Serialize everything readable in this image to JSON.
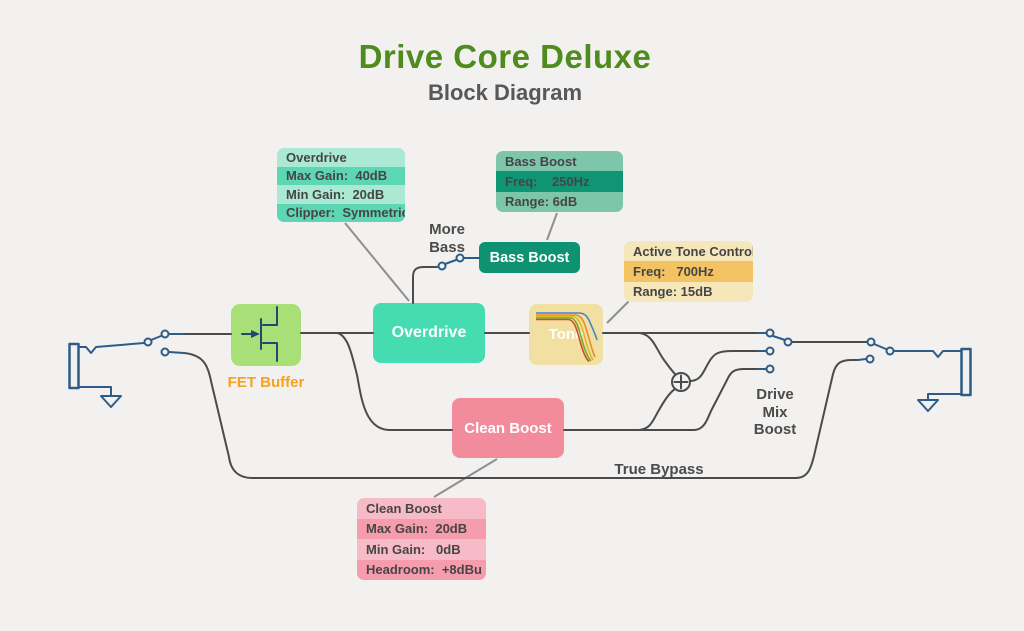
{
  "header": {
    "title": "Drive Core Deluxe",
    "subtitle": "Block Diagram"
  },
  "blocks": {
    "fet_buffer": {
      "label": "FET Buffer"
    },
    "overdrive": {
      "label": "Overdrive"
    },
    "bass_boost": {
      "label": "Bass Boost"
    },
    "tone": {
      "label": "Tone"
    },
    "clean_boost": {
      "label": "Clean Boost"
    }
  },
  "info_boxes": {
    "overdrive": {
      "title": "Overdrive",
      "rows": [
        "Max Gain:  40dB",
        "Min Gain:  20dB",
        "Clipper:  Symmetric"
      ]
    },
    "bass_boost": {
      "title": "Bass Boost",
      "rows": [
        "Freq:    250Hz",
        "Range: 6dB"
      ]
    },
    "tone": {
      "title": "Active Tone Control",
      "rows": [
        "Freq:   700Hz",
        "Range: 15dB"
      ]
    },
    "clean_boost": {
      "title": "Clean Boost",
      "rows": [
        "Max Gain:  20dB",
        "Min Gain:   0dB",
        "Headroom:  +8dBu"
      ]
    }
  },
  "labels": {
    "more_bass_line1": "More",
    "more_bass_line2": "Bass",
    "output_drive": "Drive",
    "output_mix": "Mix",
    "output_boost": "Boost",
    "true_bypass": "True Bypass"
  },
  "icons": {
    "input_jack": "input-jack-icon",
    "output_jack": "output-jack-icon",
    "ground": "ground-icon",
    "summing_node": "summing-node-plus-icon",
    "jfet": "jfet-transistor-icon",
    "tone_curves": "filter-response-curves-icon"
  },
  "colors": {
    "background": "#f2f1ef",
    "title_green": "#4f8c1e",
    "subtitle_gray": "#57585a",
    "wire_gray": "#4b4b4b",
    "switch_blue": "#2e5c86",
    "fet_block": "#a8e077",
    "overdrive_block": "#45dcb1",
    "bass_boost_block": "#0e9271",
    "tone_block": "#f2dfa2",
    "clean_boost_block": "#f28b9c",
    "fet_label_orange": "#f5a21f"
  }
}
